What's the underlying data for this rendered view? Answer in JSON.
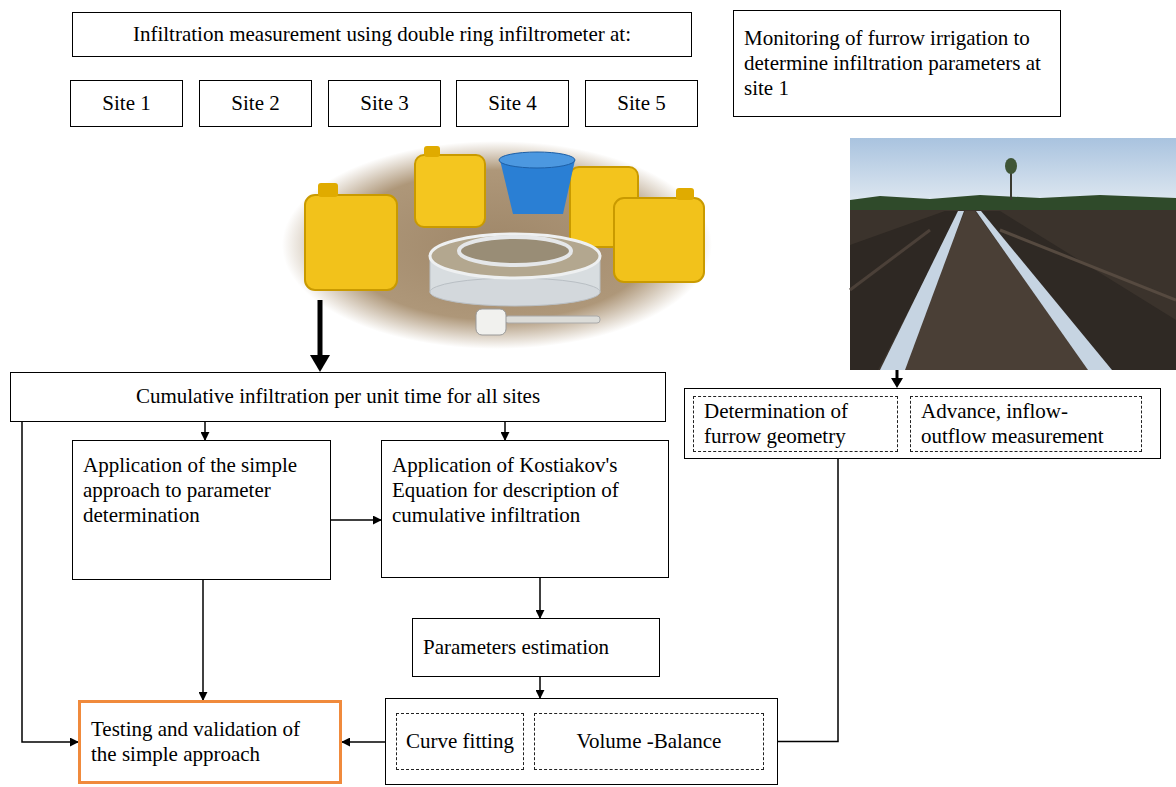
{
  "diagram": {
    "nodes": [
      {
        "text": [
          "Infiltration measurement using double ring infiltrometer at:"
        ]
      },
      {
        "text": [
          "Site 1"
        ]
      },
      {
        "text": [
          "Site 2"
        ]
      },
      {
        "text": [
          "Site 3"
        ]
      },
      {
        "text": [
          "Site 4"
        ]
      },
      {
        "text": [
          "Site 5"
        ]
      },
      {
        "text": [
          "Monitoring of furrow irrigation to determine infiltration parameters at site 1"
        ]
      },
      {
        "text": [
          "Cumulative infiltration per unit time for all sites"
        ]
      },
      {
        "text": [
          "Application of the simple approach to parameter determination"
        ]
      },
      {
        "text": [
          "Application of Kostiakov's Equation for description of cumulative infiltration"
        ]
      },
      {
        "text": [
          "Parameters estimation"
        ]
      },
      {
        "text": [
          "Testing and validation of the simple approach"
        ]
      },
      {
        "text": []
      },
      {
        "text": [
          "Curve fitting"
        ],
        "in": 12
      },
      {
        "text": [
          "Volume -Balance"
        ],
        "in": 12
      },
      {
        "text": []
      },
      {
        "text": [
          "Determination of furrow geometry"
        ],
        "in": 15
      },
      {
        "text": [
          "Advance, inflow-outflow measurement"
        ],
        "in": 15
      }
    ],
    "edges": [
      {
        "from": 7,
        "to": 8,
        "arrow": "to"
      },
      {
        "from": 7,
        "to": 9,
        "arrow": "to"
      },
      {
        "from": 7,
        "to": 11,
        "arrow": "to"
      },
      {
        "from": 8,
        "to": 9,
        "arrow": "to"
      },
      {
        "from": 8,
        "to": 11,
        "arrow": "to"
      },
      {
        "from": 9,
        "to": 10,
        "arrow": "to"
      },
      {
        "from": 10,
        "to": 12,
        "arrow": "to"
      },
      {
        "from": 12,
        "to": 11,
        "arrow": "to"
      },
      {
        "from": 15,
        "to": 14,
        "arrow": "to"
      }
    ]
  }
}
